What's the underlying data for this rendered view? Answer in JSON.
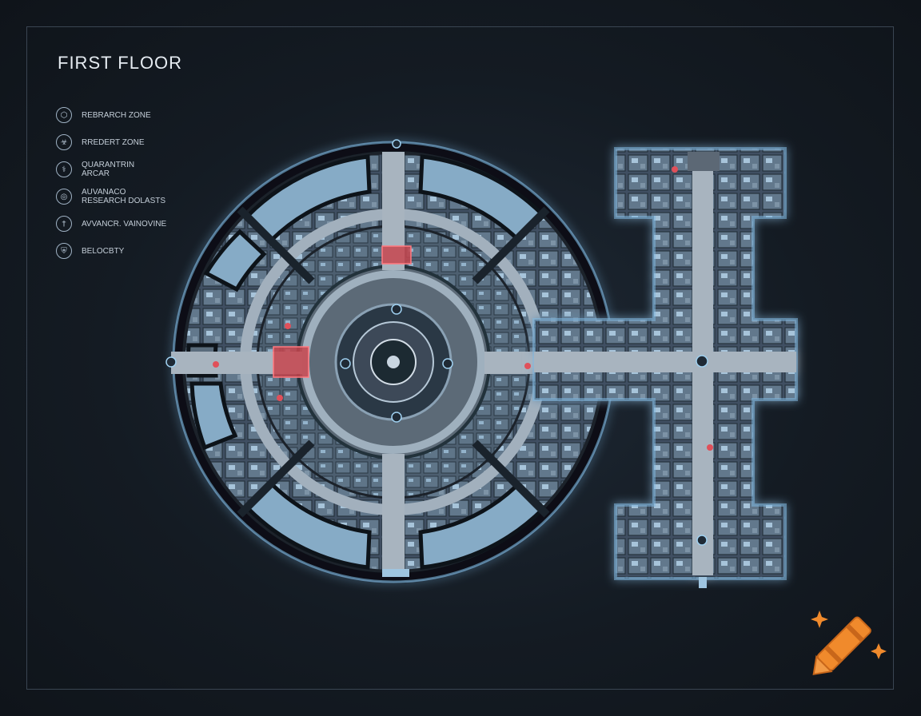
{
  "title": "FIRST FLOOR",
  "legend": [
    {
      "icon": "hex-research-icon",
      "glyph": "⬡",
      "label": "REBRARCH ZONE"
    },
    {
      "icon": "biohazard-icon",
      "glyph": "☣",
      "label": "RREDERT ZONE"
    },
    {
      "icon": "quarantine-icon",
      "glyph": "⚕",
      "label": "QUARANTRIN\nARCAR"
    },
    {
      "icon": "advanced-research-icon",
      "glyph": "◎",
      "label": "AUVANACO\nRESEARCH DOLASTS"
    },
    {
      "icon": "advanced-vaivovine-icon",
      "glyph": "†",
      "label": "AVVANCR. VAINOVINE"
    },
    {
      "icon": "security-shield-icon",
      "glyph": "⛨",
      "label": "BELOCBTY"
    }
  ],
  "colors": {
    "background": "#141b23",
    "wall": "#0c1117",
    "floor": "#6f7c89",
    "room": "#4f6477",
    "room_glass": "#8fb4cf",
    "alert": "#e0505a",
    "glow": "#6aa9d6",
    "crayon": "#f08a2c"
  }
}
